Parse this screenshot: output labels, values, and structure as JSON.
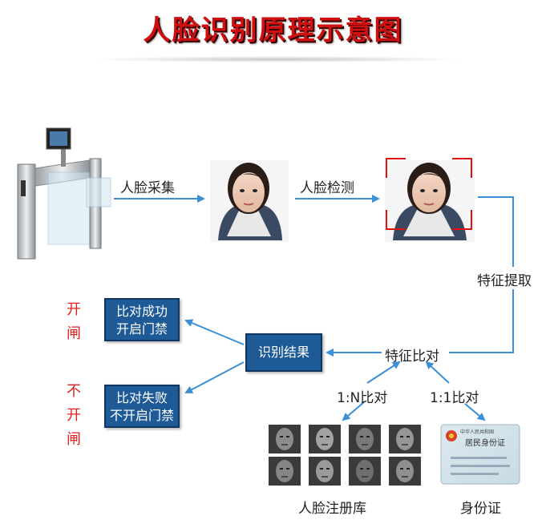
{
  "title": "人脸识别原理示意图",
  "labels": {
    "capture": "人脸采集",
    "detect": "人脸检测",
    "extract": "特征提取",
    "compare": "特征比对",
    "one_to_n": "1:N比对",
    "one_to_one": "1:1比对",
    "face_db": "人脸注册库",
    "id_card": "身份证"
  },
  "result_box": "识别结果",
  "success_box": {
    "line1": "比对成功",
    "line2": "开启门禁"
  },
  "fail_box": {
    "line1": "比对失败",
    "line2": "不开启门禁"
  },
  "side_open": [
    "开",
    "闸"
  ],
  "side_not_open": [
    "不",
    "开",
    "闸"
  ],
  "id_card_text": {
    "header": "中华人民共和国",
    "name": "居民身份证"
  },
  "colors": {
    "title": "#d01010",
    "arrow": "#3a8fd6",
    "box": "#1d5a96",
    "red_text": "#e02020",
    "detect_frame": "#e01010"
  }
}
